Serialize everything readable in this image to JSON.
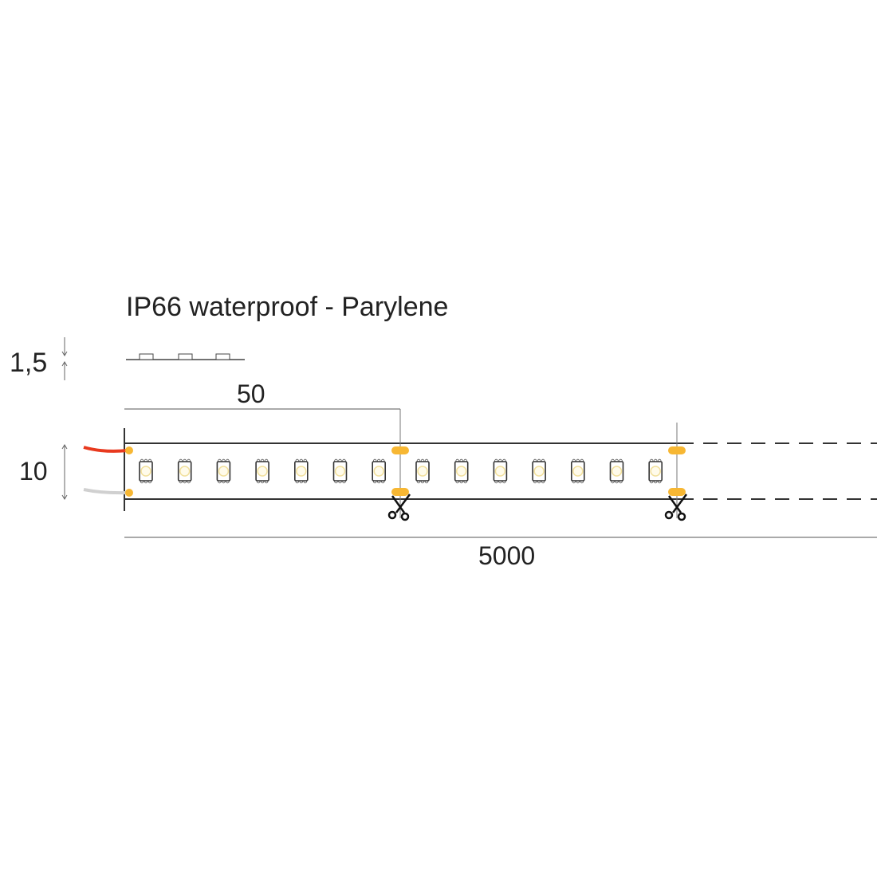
{
  "title": "IP66  waterproof - Parylene",
  "dimensions": {
    "thickness": "1,5",
    "segment_length": "50",
    "width": "10",
    "total_length": "5000"
  },
  "colors": {
    "line": "#333333",
    "pad": "#f7b733",
    "led_glow": "#f1df9a",
    "wire_positive": "#e8391e",
    "wire_negative": "#d0d0d0"
  },
  "leds_per_segment": 7,
  "segments_shown": 2
}
